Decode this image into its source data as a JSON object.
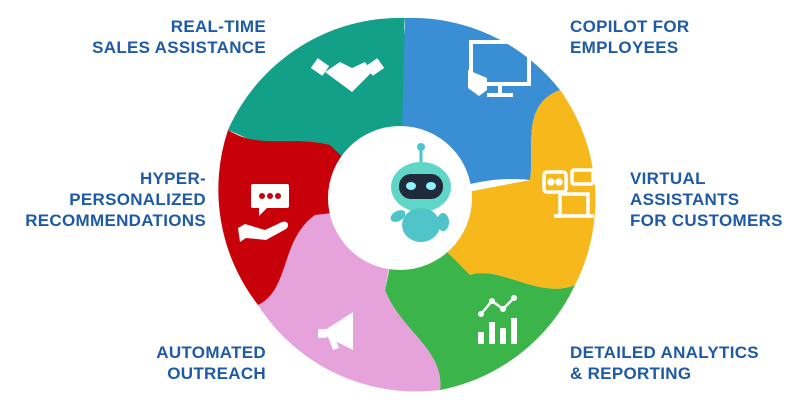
{
  "segments": [
    {
      "label": "REAL-TIME\nSALES ASSISTANCE",
      "icon": "handshake-icon",
      "color": "#12a089"
    },
    {
      "label": "COPILOT FOR\nEMPLOYEES",
      "icon": "monitor-touch-icon",
      "color": "#3a8fd4"
    },
    {
      "label": "VIRTUAL\nASSISTANTS\nFOR CUSTOMERS",
      "icon": "chatbot-device-icon",
      "color": "#f6b81b"
    },
    {
      "label": "DETAILED ANALYTICS\n& REPORTING",
      "icon": "bar-chart-trend-icon",
      "color": "#3bb54a"
    },
    {
      "label": "AUTOMATED\nOUTREACH",
      "icon": "megaphone-icon",
      "color": "#e5a2db"
    },
    {
      "label": "HYPER-\nPERSONALIZED\nRECOMMENDATIONS",
      "icon": "hand-chat-icon",
      "color": "#c8000a"
    }
  ],
  "center": {
    "icon": "robot-mascot-icon"
  },
  "label_color": "#1f5aa6"
}
